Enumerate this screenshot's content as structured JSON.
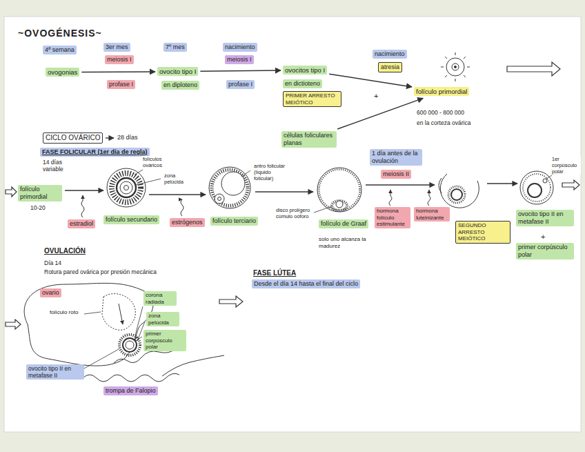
{
  "diagram": {
    "title": "~OVOGÉNESIS~",
    "nodes": [
      {
        "text": [
          "4ª semana"
        ]
      },
      {
        "text": [
          "ovogonias"
        ]
      },
      {
        "text": [
          "3er mes"
        ]
      },
      {
        "text": [
          "meiosis I"
        ]
      },
      {
        "text": [
          "profase I"
        ]
      },
      {
        "text": [
          "7º mes"
        ]
      },
      {
        "text": [
          "ovocito tipo I"
        ]
      },
      {
        "text": [
          "en diploteno"
        ]
      },
      {
        "text": [
          "nacimiento"
        ]
      },
      {
        "text": [
          "meiosis I"
        ]
      },
      {
        "text": [
          "profase I"
        ]
      },
      {
        "text": [
          "ovocitos tipo I"
        ]
      },
      {
        "text": [
          "en dictioteno"
        ]
      },
      {
        "text": [
          "PRIMER ARRESTO MEIÓTICO"
        ]
      },
      {
        "text": [
          "células foliculares planas"
        ]
      },
      {
        "text": [
          "nacimiento"
        ]
      },
      {
        "text": [
          "atresia"
        ]
      },
      {
        "text": [
          "folículo primordial"
        ]
      },
      {
        "text": [
          "CICLO OVÁRICO"
        ]
      },
      {
        "text": [
          "FASE FOLICULAR (1er día de regla)"
        ]
      },
      {
        "text": [
          "folículo primordial"
        ]
      },
      {
        "text": [
          "estradiol"
        ]
      },
      {
        "text": [
          "folículo secundario"
        ]
      },
      {
        "text": [
          "estrógenos"
        ]
      },
      {
        "text": [
          "folículo terciario"
        ]
      },
      {
        "text": [
          "folículo de Graaf"
        ]
      },
      {
        "text": [
          "1 día antes de la ovulación"
        ]
      },
      {
        "text": [
          "meiosis II"
        ]
      },
      {
        "text": [
          "hormona folículo estimulante"
        ]
      },
      {
        "text": [
          "hormona luteinizante"
        ]
      },
      {
        "text": [
          "SEGUNDO ARRESTO MEIÓTICO"
        ]
      },
      {
        "text": [
          "ovocito tipo II en metafase II"
        ]
      },
      {
        "text": [
          "primer corpúsculo polar"
        ]
      },
      {
        "text": [
          "ovario"
        ]
      },
      {
        "text": [
          "corona radiada"
        ]
      },
      {
        "text": [
          "zona pelúcida"
        ]
      },
      {
        "text": [
          "primer corpúsculo polar"
        ]
      },
      {
        "text": [
          "ovocito tipo II en metafase II"
        ]
      },
      {
        "text": [
          "trompa de Falopio"
        ]
      },
      {
        "text": [
          "Desde el día 14 hasta el final del ciclo"
        ]
      }
    ],
    "edges": [
      {
        "from": 1,
        "to": 6,
        "arrow": "to"
      },
      {
        "from": 6,
        "to": 11,
        "arrow": "to"
      },
      {
        "from": 11,
        "to": 17,
        "arrow": "to"
      },
      {
        "from": 14,
        "to": 17,
        "arrow": "to"
      }
    ],
    "labels": [
      "600 000 - 800 000",
      "en la corteza ovárica",
      "+",
      "28 días",
      "14 días variable",
      "10-20",
      "folículos ováricos",
      "zona pelúcida",
      "antro folicular (líquido folicular)",
      "disco prolígero cúmulo oóforo",
      "solo uno alcanza la madurez",
      "1er corpúsculo polar",
      "+",
      "OVULACIÓN",
      "Día 14",
      "Rotura pared ovárica por presión mecánica",
      "folículo roto",
      "FASE LÚTEA"
    ]
  }
}
